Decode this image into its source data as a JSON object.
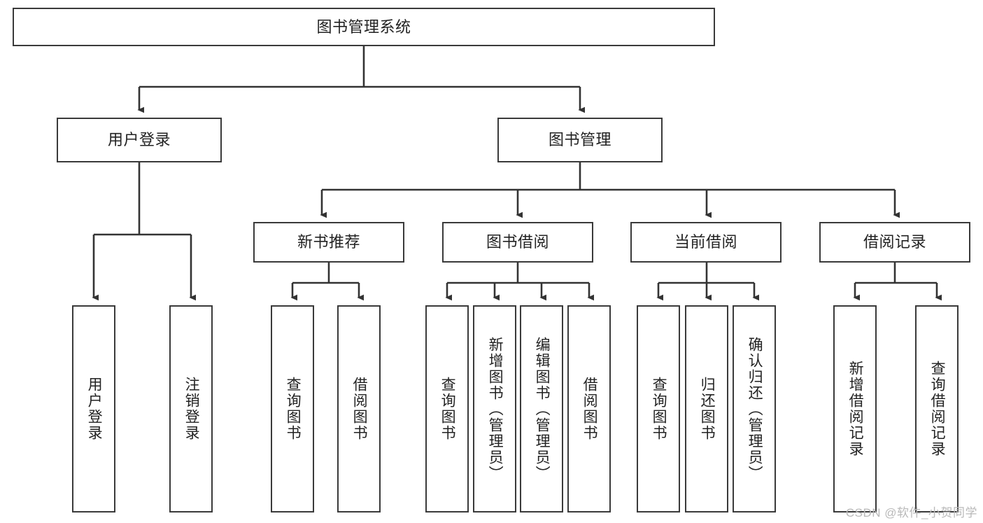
{
  "diagram": {
    "type": "tree-hierarchy-flowchart",
    "title": "图书管理系统",
    "watermark": "CSDN @软件_小贺同学",
    "colors": {
      "box_border": "#3a3a3a",
      "box_fill": "#ffffff",
      "connector": "#333333",
      "text": "#222222",
      "watermark": "#b9b9b9",
      "background": "#ffffff"
    },
    "root": {
      "id": "root",
      "label": "图书管理系统",
      "level": 0,
      "orientation": "horizontal"
    },
    "level1": [
      {
        "id": "user-login",
        "label": "用户登录",
        "orientation": "horizontal"
      },
      {
        "id": "book-manage",
        "label": "图书管理",
        "orientation": "horizontal"
      }
    ],
    "level2": [
      {
        "id": "new-book-recommend",
        "label": "新书推荐",
        "parent": "book-manage",
        "orientation": "horizontal"
      },
      {
        "id": "book-borrow",
        "label": "图书借阅",
        "parent": "book-manage",
        "orientation": "horizontal"
      },
      {
        "id": "current-borrow",
        "label": "当前借阅",
        "parent": "book-manage",
        "orientation": "horizontal"
      },
      {
        "id": "borrow-record",
        "label": "借阅记录",
        "parent": "book-manage",
        "orientation": "horizontal"
      }
    ],
    "leaves": [
      {
        "id": "leaf-user-login",
        "label": "用户登录",
        "parent": "user-login",
        "orientation": "vertical"
      },
      {
        "id": "leaf-user-logout",
        "label": "注销登录",
        "parent": "user-login",
        "orientation": "vertical"
      },
      {
        "id": "leaf-query-book-1",
        "label": "查询图书",
        "parent": "new-book-recommend",
        "orientation": "vertical"
      },
      {
        "id": "leaf-borrow-book-1",
        "label": "借阅图书",
        "parent": "new-book-recommend",
        "orientation": "vertical"
      },
      {
        "id": "leaf-query-book-2",
        "label": "查询图书",
        "parent": "book-borrow",
        "orientation": "vertical"
      },
      {
        "id": "leaf-add-book",
        "label": "新增图书（管理员）",
        "parent": "book-borrow",
        "orientation": "vertical"
      },
      {
        "id": "leaf-edit-book",
        "label": "编辑图书（管理员）",
        "parent": "book-borrow",
        "orientation": "vertical"
      },
      {
        "id": "leaf-borrow-book-2",
        "label": "借阅图书",
        "parent": "book-borrow",
        "orientation": "vertical"
      },
      {
        "id": "leaf-query-book-3",
        "label": "查询图书",
        "parent": "current-borrow",
        "orientation": "vertical"
      },
      {
        "id": "leaf-return-book",
        "label": "归还图书",
        "parent": "current-borrow",
        "orientation": "vertical"
      },
      {
        "id": "leaf-confirm-return",
        "label": "确认归还（管理员）",
        "parent": "current-borrow",
        "orientation": "vertical"
      },
      {
        "id": "leaf-add-record",
        "label": "新增借阅记录",
        "parent": "borrow-record",
        "orientation": "vertical"
      },
      {
        "id": "leaf-query-record",
        "label": "查询借阅记录",
        "parent": "borrow-record",
        "orientation": "vertical"
      }
    ]
  }
}
